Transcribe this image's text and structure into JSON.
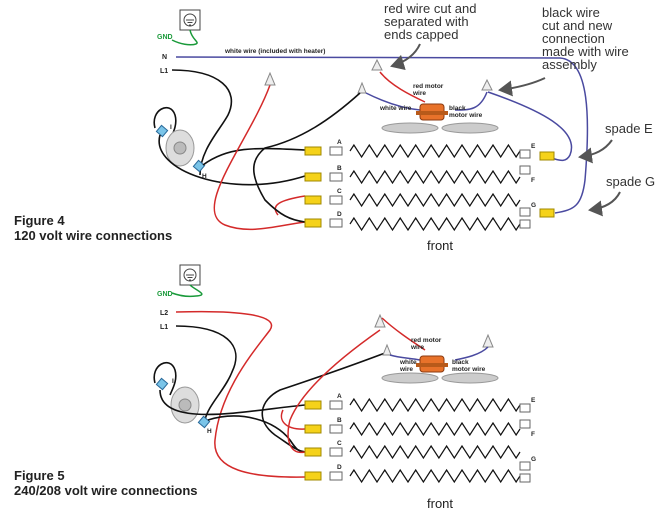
{
  "figure4": {
    "title": "Figure 4",
    "subtitle": "120 volt wire connections",
    "gnd_label": "GND",
    "n_label": "N",
    "l1_label": "L1",
    "white_wire_label": "white wire (included with heater)",
    "ann_red_cut": [
      "red wire cut and",
      "separated with",
      "ends capped"
    ],
    "ann_black_cut": [
      "black wire",
      "cut and new",
      "connection",
      "made with wire",
      "assembly"
    ],
    "red_motor": [
      "red motor",
      "wire"
    ],
    "white_wire": "white wire",
    "black_motor": [
      "black",
      "motor wire"
    ],
    "spade_e": "spade E",
    "spade_g": "spade G",
    "front": "front",
    "switch_i": "I",
    "switch_h": "H",
    "letters_left": [
      "A",
      "B",
      "C",
      "D"
    ],
    "letters_right": [
      "E",
      "F",
      "G"
    ]
  },
  "figure5": {
    "title": "Figure 5",
    "subtitle": "240/208 volt wire connections",
    "gnd_label": "GND",
    "l2_label": "L2",
    "l1_label": "L1",
    "red_motor": [
      "red motor",
      "wire"
    ],
    "white_wire": [
      "white",
      "wire"
    ],
    "black_motor": [
      "black",
      "motor wire"
    ],
    "front": "front",
    "switch_i": "I",
    "switch_h": "H",
    "letters_left": [
      "A",
      "B",
      "C",
      "D"
    ],
    "letters_right": [
      "E",
      "F",
      "G"
    ]
  },
  "colors": {
    "red": "#d42a2a",
    "blue": "#4a4aa0",
    "black": "#111111",
    "yellow": "#f5d21a",
    "green": "#1a9a3a",
    "orange": "#e8722a"
  }
}
